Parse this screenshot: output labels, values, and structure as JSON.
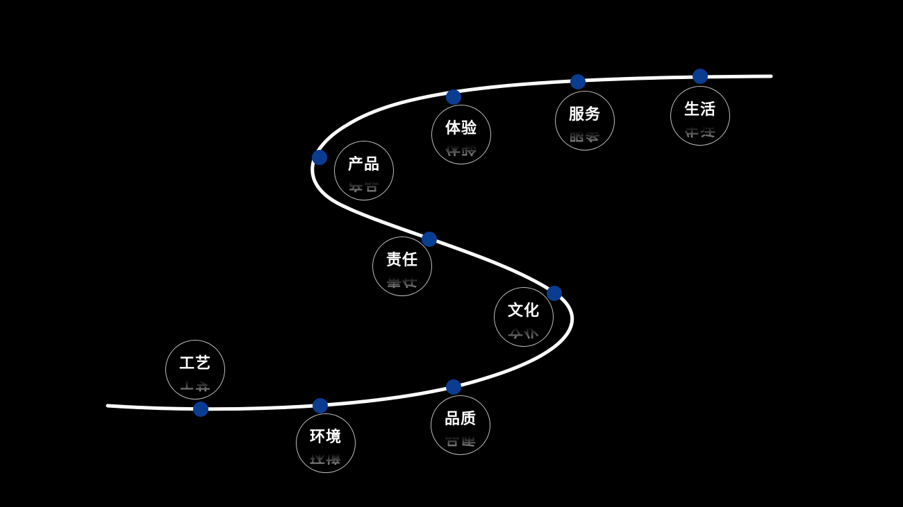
{
  "colors": {
    "background": "#000000",
    "curve": "#ffffff",
    "marker": "#0a3d91",
    "node_border": "#bfbfbf",
    "text": "#ffffff"
  },
  "nodes": [
    {
      "id": "gongyi",
      "label": "工艺"
    },
    {
      "id": "huanjing",
      "label": "环境"
    },
    {
      "id": "pinzhi",
      "label": "品质"
    },
    {
      "id": "wenhua",
      "label": "文化"
    },
    {
      "id": "zeren",
      "label": "责任"
    },
    {
      "id": "chanpin",
      "label": "产品"
    },
    {
      "id": "tiyan",
      "label": "体验"
    },
    {
      "id": "fuwu",
      "label": "服务"
    },
    {
      "id": "shenghuo",
      "label": "生活"
    }
  ]
}
